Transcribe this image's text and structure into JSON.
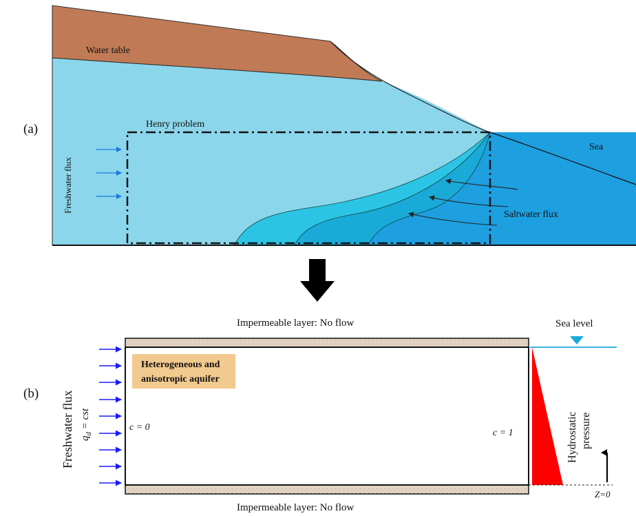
{
  "panel_a": {
    "label": "(a)",
    "water_table": "Water table",
    "henry_problem": "Henry problem",
    "sea": "Sea",
    "freshwater_flux": "Freshwater flux",
    "saltwater_flux": "Saltwater flux"
  },
  "panel_b": {
    "label": "(b)",
    "top_layer": "Impermeable layer: No flow",
    "bottom_layer": "Impermeable layer: No flow",
    "sea_level": "Sea level",
    "aquifer_line1": "Heterogeneous and",
    "aquifer_line2": "anisotropic aquifer",
    "c_left": "c = 0",
    "c_right": "c = 1",
    "hydrostatic_line1": "Hydrostatic",
    "hydrostatic_line2": "pressure",
    "freshwater_flux": "Freshwater flux",
    "qd": "q",
    "qd_sub": "d",
    "qd_rest": " = cst",
    "z0": "Z=0"
  },
  "colors": {
    "soil": "#c07a55",
    "aquifer": "#8bd6ea",
    "sea": "#1e9fe0",
    "wedge_light": "#2bc4e4",
    "wedge_mid": "#1aaad8",
    "pressure": "#ff0000",
    "flux_arrow": "#1a1aff",
    "layer_fill": "#ddd0c0",
    "box_label_bg": "#f2c98e"
  }
}
